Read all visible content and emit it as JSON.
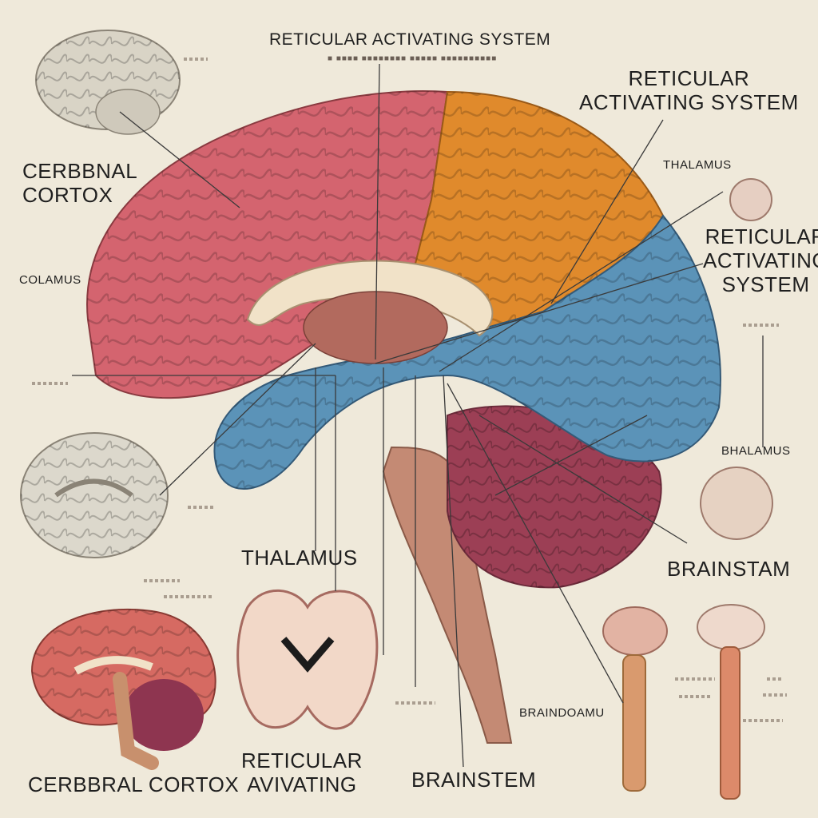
{
  "labels": {
    "top_title": "RETICULAR ACTIVATING SYSTEM",
    "top_subtitle": "■ ■■■■ ■■■■■■■■ ■■■■■ ■■■■■■■■■■",
    "ras_right_1": "RETICULAR\nACTIVATING SYSTEM",
    "thalamus_right": "THALAMUS",
    "ras_right_2": "RETICULAR\nACTIVATING\nSYSTEM",
    "cerebral_cortex_left": "CERBBNAL\nCORTOX",
    "colamus_left": "COLAMUS",
    "bhalamus_right": "BHALAMUS",
    "brainstam_right": "BRAINSTAM",
    "thalamus_bottom": "THALAMUS",
    "cerebral_cortex_bottom": "CERBBRAL CORTOX",
    "ras_bottom": "RETICULAR\nAVIVATING",
    "brainstem_bottom": "BRAINSTEM",
    "brainstem_small": "BRAINDOAMU"
  },
  "colors": {
    "frontal": "#d4646f",
    "parietal": "#e08a2c",
    "temporal": "#5b93b8",
    "cerebellum": "#9c3f55",
    "brainstem": "#c48a74",
    "background": "#efe9da"
  }
}
